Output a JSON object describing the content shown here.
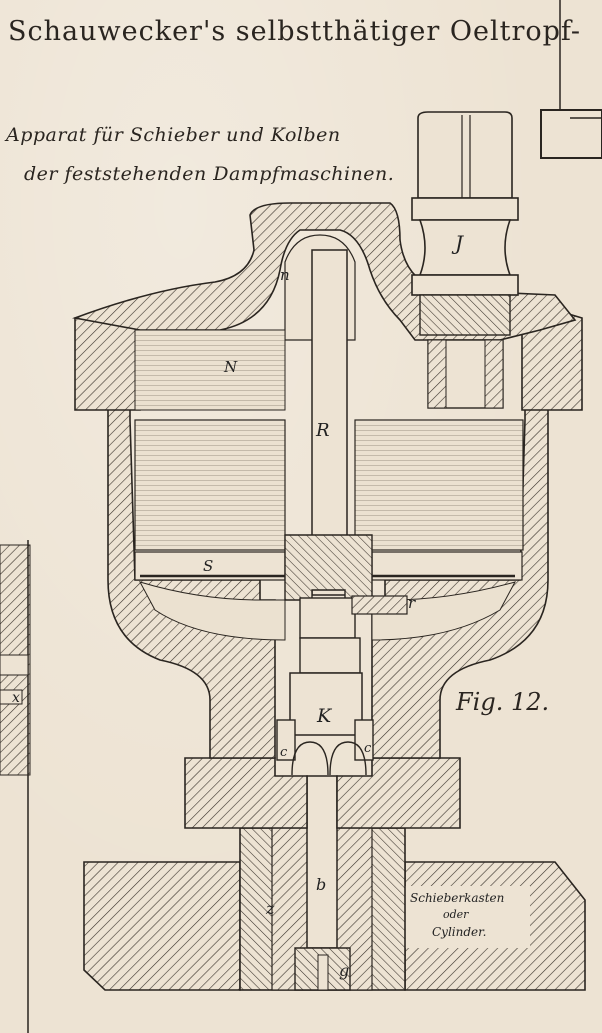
{
  "title": "Schauwecker's selbstthätiger Oeltropf-",
  "subtitle_line1": "Apparat für Schieber und Kolben",
  "subtitle_line2": "der feststehenden Dampfmaschinen.",
  "figure_label": "Fig. 12.",
  "part_labels": {
    "J": "J",
    "n": "n",
    "N": "N",
    "R": "R",
    "S": "S",
    "r": "r",
    "K": "K",
    "c_left": "c",
    "c_right": "c",
    "b": "b",
    "z": "z",
    "g": "g"
  },
  "annotation": {
    "line1": "Schieberkasten",
    "line2": "oder",
    "line3": "Cylinder."
  },
  "left_fragment_label": "x",
  "colors": {
    "paper": "#ede3d3",
    "ink": "#2a2520"
  }
}
